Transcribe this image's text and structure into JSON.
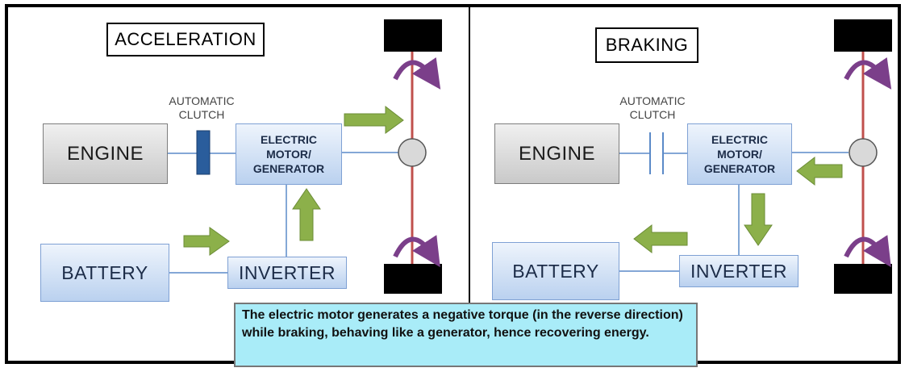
{
  "left_panel": {
    "title": "ACCELERATION",
    "clutch_label_1": "AUTOMATIC",
    "clutch_label_2": "CLUTCH",
    "engine": "ENGINE",
    "motor_line_1": "ELECTRIC",
    "motor_line_2": "MOTOR/",
    "motor_line_3": "GENERATOR",
    "battery": "BATTERY",
    "inverter": "INVERTER"
  },
  "right_panel": {
    "title": "BRAKING",
    "clutch_label_1": "AUTOMATIC",
    "clutch_label_2": "CLUTCH",
    "engine": "ENGINE",
    "motor_line_1": "ELECTRIC",
    "motor_line_2": "MOTOR/",
    "motor_line_3": "GENERATOR",
    "battery": "BATTERY",
    "inverter": "INVERTER"
  },
  "caption": "The electric motor generates a negative torque (in the reverse direction) while braking, behaving  like a generator, hence recovering energy.",
  "colors": {
    "flow_arrow": "#8cb04a",
    "axle": "#c0504d",
    "rotation_arrow": "#7b3f8a",
    "caption_bg": "#a9ecf8",
    "box_blue": "#bad1ef",
    "engine_gray": "#c9c9c9"
  }
}
